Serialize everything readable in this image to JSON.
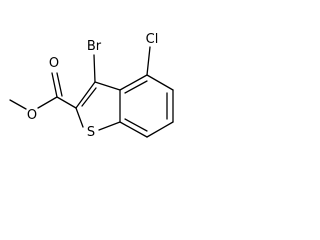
{
  "molecule": {
    "atoms": {
      "bromine": "Br",
      "chlorine": "Cl",
      "sulfur": "S",
      "carbonyl_oxygen": "O",
      "ester_oxygen": "O"
    }
  }
}
